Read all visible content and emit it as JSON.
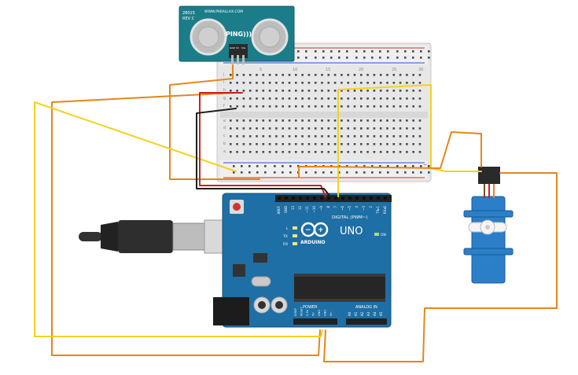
{
  "sensor": {
    "model": "28015",
    "rev": "REV C",
    "brand": "WWW.PARALLAX.COM",
    "name": "PING)))",
    "pins": [
      "GND",
      "5V",
      "SIG"
    ]
  },
  "arduino": {
    "brand": "ARDUINO",
    "model": "UNO",
    "digital_header": "DIGITAL (PWM~)",
    "power_header": "POWER",
    "analog_header": "ANALOG IN",
    "led_labels": [
      "L",
      "TX",
      "RX"
    ],
    "on_label": "ON",
    "digital_pins": [
      "AREF",
      "GND",
      "13",
      "12",
      "~11",
      "~10",
      "~9",
      "8",
      "7",
      "~6",
      "~5",
      "4",
      "~3",
      "2",
      "TX▸1",
      "RX◂0"
    ],
    "power_pins": [
      "IOREF",
      "RESET",
      "3.3V",
      "5V",
      "GND",
      "GND",
      "Vin"
    ],
    "analog_pins": [
      "A0",
      "A1",
      "A2",
      "A3",
      "A4",
      "A5"
    ]
  },
  "breadboard": {
    "row_letters_top": [
      "a",
      "b",
      "c",
      "d",
      "e"
    ],
    "row_letters_bottom": [
      "f",
      "g",
      "h",
      "i",
      "j"
    ],
    "rail_plus": "+",
    "rail_minus": "−",
    "column_numbers": [
      "1",
      "5",
      "10",
      "15",
      "20",
      "25",
      "30"
    ]
  },
  "colors": {
    "wire_orange": "#e3861c",
    "wire_yellow": "#f2d21e",
    "wire_red": "#cc1f1f",
    "wire_black": "#1e1e1e",
    "board_blue": "#1d6fa5",
    "sensor_teal": "#1c7d8a",
    "servo_blue": "#2a7fc8"
  }
}
